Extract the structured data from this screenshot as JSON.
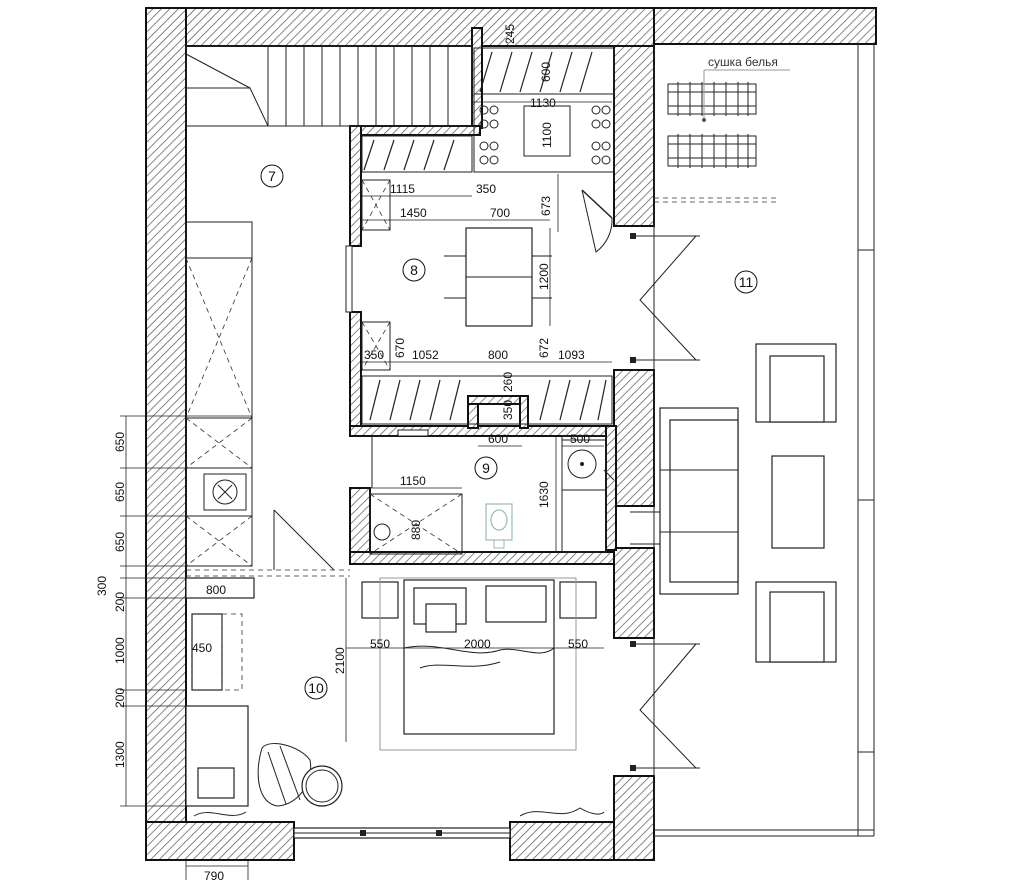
{
  "rooms": [
    "7",
    "8",
    "9",
    "10",
    "11"
  ],
  "labels": {
    "drying": "сушка белья"
  },
  "dims": {
    "top_245": "245",
    "v_600": "600",
    "d1130": "1130",
    "d1100": "1100",
    "d1115": "1115",
    "d350a": "350",
    "d1450": "1450",
    "d700": "700",
    "v673": "673",
    "v1200": "1200",
    "d350b": "350",
    "v670": "670",
    "d1052": "1052",
    "d800a": "800",
    "v672": "672",
    "d1093": "1093",
    "v260": "260",
    "v350": "350",
    "d600": "600",
    "d500": "500",
    "v1630": "1630",
    "d1150": "1150",
    "v880": "880",
    "d800b": "800",
    "d450": "450",
    "d550a": "550",
    "d2000": "2000",
    "d550b": "550",
    "v2100": "2100",
    "d790": "790",
    "l650a": "650",
    "l650b": "650",
    "l650c": "650",
    "l300": "300",
    "l200a": "200",
    "l1000": "1000",
    "l200b": "200",
    "l1300": "1300"
  }
}
